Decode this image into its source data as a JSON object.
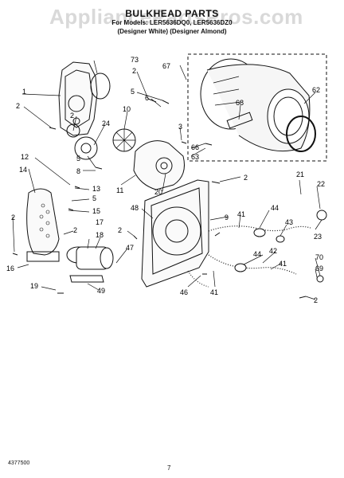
{
  "watermark": "AppliancePartsPros.com",
  "header": {
    "title": "BULKHEAD PARTS",
    "subtitle": "For Models: LER5636DQ0, LER5636DZ0",
    "variants": "(Designer White)   (Designer Almond)"
  },
  "footer": {
    "part_number": "4377500",
    "page_number": "7"
  },
  "callouts": [
    "73",
    "67",
    "1",
    "2",
    "2",
    "5",
    "6",
    "62",
    "68",
    "10",
    "2",
    "24",
    "3",
    "66",
    "63",
    "5",
    "8",
    "12",
    "14",
    "13",
    "5",
    "15",
    "11",
    "20",
    "2",
    "21",
    "22",
    "2",
    "48",
    "9",
    "41",
    "44",
    "43",
    "23",
    "2",
    "17",
    "18",
    "2",
    "47",
    "16",
    "44",
    "42",
    "70",
    "69",
    "2",
    "19",
    "49",
    "46",
    "41",
    "41"
  ]
}
